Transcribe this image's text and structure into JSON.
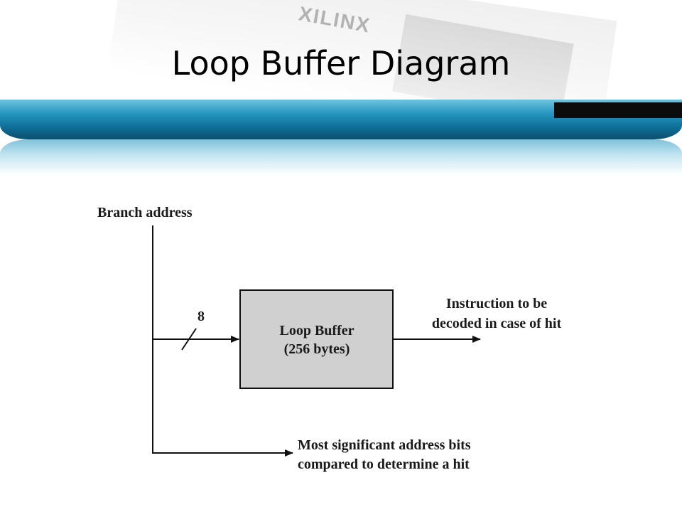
{
  "slide": {
    "title": "Loop Buffer Diagram",
    "logo_text": "XILINX"
  },
  "diagram": {
    "branch_address_label": "Branch address",
    "bus_width": "8",
    "buffer": {
      "name": "Loop Buffer",
      "size": "(256 bytes)"
    },
    "output_label_line1": "Instruction to be",
    "output_label_line2": "decoded in case of hit",
    "msb_label_line1": "Most significant address bits",
    "msb_label_line2": "compared to determine a hit"
  },
  "colors": {
    "band_blue": "#1d7fa8",
    "buffer_fill": "#d0d0d0",
    "line": "#111111"
  }
}
